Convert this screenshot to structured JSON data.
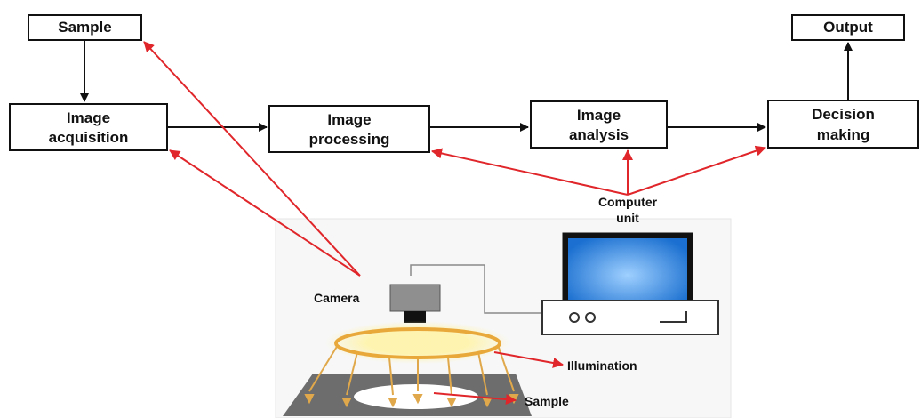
{
  "colors": {
    "box_stroke": "#111111",
    "flow_arrow": "#111111",
    "link_arrow": "#e0262a",
    "ring_glow": "#f2d25a",
    "light_ray": "#e0a84a",
    "monitor_screen": "#1a6fd0",
    "platform": "#6d6d6d"
  },
  "boxes": {
    "sample": "Sample",
    "output": "Output",
    "acquisition": [
      "Image",
      "acquisition"
    ],
    "processing": [
      "Image",
      "processing"
    ],
    "analysis": [
      "Image",
      "analysis"
    ],
    "decision": [
      "Decision",
      "making"
    ]
  },
  "labels": {
    "computer_unit": [
      "Computer",
      "unit"
    ],
    "camera": "Camera",
    "illumination": "Illumination",
    "sample": "Sample"
  },
  "icons": {
    "camera": "camera-icon",
    "ring_light": "ring-light-icon",
    "computer": "computer-icon"
  }
}
